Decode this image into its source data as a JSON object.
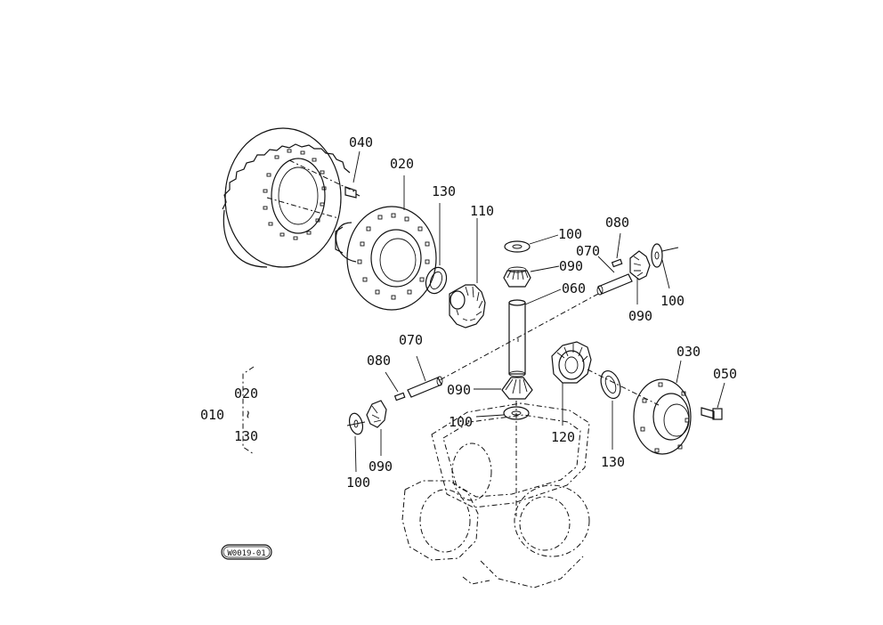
{
  "labels": {
    "p010": "010",
    "p020a": "020",
    "p020b": "020",
    "tilde": "~",
    "p030": "030",
    "p040": "040",
    "p050": "050",
    "p060": "060",
    "p070a": "070",
    "p070b": "070",
    "p080a": "080",
    "p080b": "080",
    "p090a": "090",
    "p090b": "090",
    "p090c": "090",
    "p090d": "090",
    "p100a": "100",
    "p100b": "100",
    "p100c": "100",
    "p100d": "100",
    "p110": "110",
    "p120": "120",
    "p130a": "130",
    "p130b": "130",
    "p130c": "130"
  },
  "badge": "W0019-01"
}
